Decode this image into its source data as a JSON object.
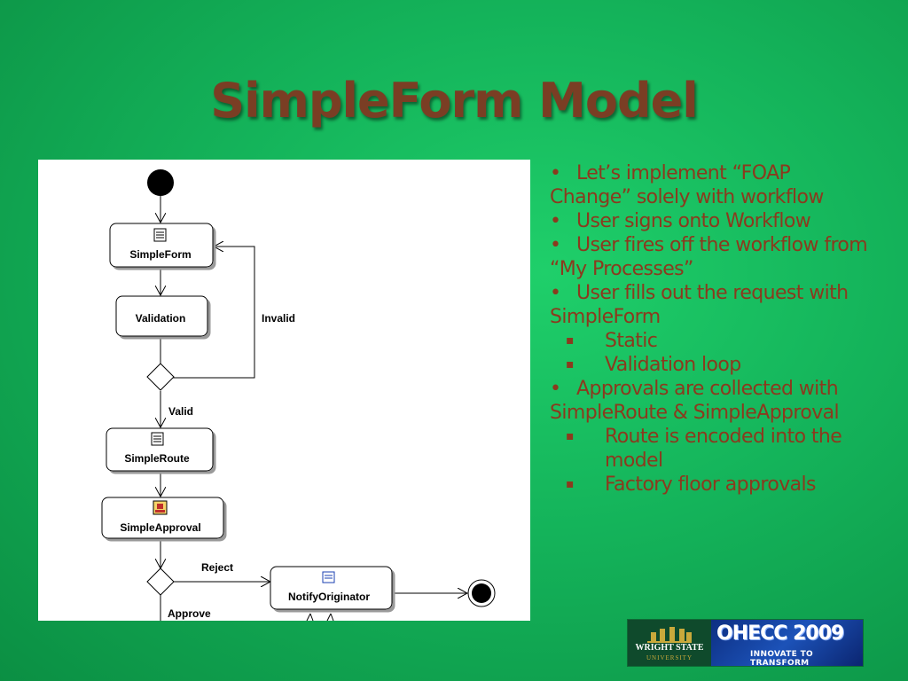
{
  "slide": {
    "title": "SimpleForm Model"
  },
  "diagram": {
    "nodes": {
      "simple_form": "SimpleForm",
      "validation": "Validation",
      "simple_route": "SimpleRoute",
      "simple_approval": "SimpleApproval",
      "notify_originator": "NotifyOriginator"
    },
    "edges": {
      "invalid": "Invalid",
      "valid": "Valid",
      "reject": "Reject",
      "approve": "Approve"
    }
  },
  "bullets": [
    {
      "level": 1,
      "text": "Let’s implement “FOAP Change” solely with workflow"
    },
    {
      "level": 1,
      "text": "User signs onto Workflow"
    },
    {
      "level": 1,
      "text": "User fires off the workflow from “My Processes”"
    },
    {
      "level": 1,
      "text": "User fills out the request with SimpleForm"
    },
    {
      "level": 2,
      "text": "Static"
    },
    {
      "level": 2,
      "text": "Validation loop"
    },
    {
      "level": 1,
      "text": "Approvals are collected with SimpleRoute & SimpleApproval"
    },
    {
      "level": 2,
      "text": "Route is encoded into the model"
    },
    {
      "level": 2,
      "text": "Factory floor approvals"
    }
  ],
  "logo": {
    "wsu_name": "WRIGHT STATE",
    "wsu_sub": "UNIVERSITY",
    "ohecc": "OHECC 2009",
    "tagline": "INNOVATE TO TRANSFORM"
  },
  "colors": {
    "background": "#14b35a",
    "title": "#7a3e24",
    "bullet_text": "#8b3a1e"
  }
}
